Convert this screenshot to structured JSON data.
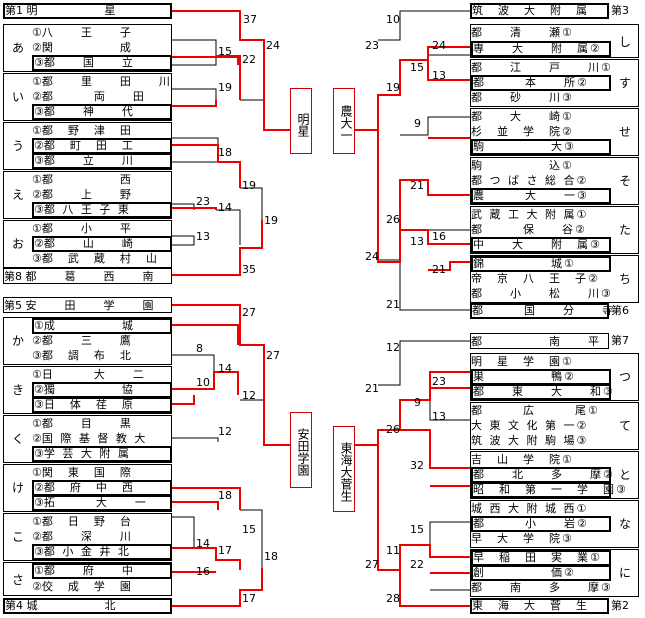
{
  "left_top": [
    {
      "seed": "第1",
      "team": "明　　　　　星",
      "win": true
    },
    {
      "group": "あ",
      "rows": [
        {
          "n": "①",
          "t": "八　　王　　子",
          "w": false
        },
        {
          "n": "②",
          "t": "関　　　　　成",
          "w": false
        },
        {
          "n": "③",
          "t": "都　　国　　立",
          "w": true
        }
      ]
    },
    {
      "group": "い",
      "rows": [
        {
          "n": "①",
          "t": "都　　里　　田　　川",
          "w": false
        },
        {
          "n": "②",
          "t": "都　　　両　　田",
          "w": false
        },
        {
          "n": "③",
          "t": "都　　神　　代",
          "w": true
        }
      ]
    },
    {
      "group": "う",
      "rows": [
        {
          "n": "①",
          "t": "都　野　津　田",
          "w": false
        },
        {
          "n": "②",
          "t": "都　町　田　工",
          "w": true
        },
        {
          "n": "③",
          "t": "都　　立　　川",
          "w": true
        }
      ]
    },
    {
      "group": "え",
      "rows": [
        {
          "n": "①",
          "t": "都　　　　　西",
          "w": false
        },
        {
          "n": "②",
          "t": "都　　上　　野",
          "w": false
        },
        {
          "n": "③",
          "t": "都 八 王 子 東",
          "w": true
        }
      ]
    },
    {
      "group": "お",
      "rows": [
        {
          "n": "①",
          "t": "都　　小　　平",
          "w": false
        },
        {
          "n": "②",
          "t": "都　　山　　崎",
          "w": true
        },
        {
          "n": "③",
          "t": "都　武　蔵　村　山",
          "w": false
        }
      ]
    },
    {
      "seed": "第8",
      "team": "都　　葛　　西　　南",
      "win": false
    }
  ],
  "left_bottom": [
    {
      "seed": "第5",
      "team": "安　　田　　学　　園",
      "win": true
    },
    {
      "group": "か",
      "rows": [
        {
          "n": "①",
          "t": "成　　　　　城",
          "w": true
        },
        {
          "n": "②",
          "t": "都　　三　　鷹",
          "w": false
        },
        {
          "n": "③",
          "t": "都　調　布　北",
          "w": false
        }
      ]
    },
    {
      "group": "き",
      "rows": [
        {
          "n": "①",
          "t": "日　　　大　　二",
          "w": false
        },
        {
          "n": "②",
          "t": "獨　　　　　協",
          "w": true
        },
        {
          "n": "③",
          "t": "日　体　荏　原",
          "w": true
        }
      ]
    },
    {
      "group": "く",
      "rows": [
        {
          "n": "①",
          "t": "都　　目　　黒",
          "w": false
        },
        {
          "n": "②",
          "t": "国 際 基 督 教 大",
          "w": false
        },
        {
          "n": "③",
          "t": "学 芸 大 附 属",
          "w": true
        }
      ]
    },
    {
      "group": "け",
      "rows": [
        {
          "n": "①",
          "t": "関　東　国　際",
          "w": false
        },
        {
          "n": "②",
          "t": "都　府　中　西",
          "w": true
        },
        {
          "n": "③",
          "t": "拓　　　大　　一",
          "w": true
        }
      ]
    },
    {
      "group": "こ",
      "rows": [
        {
          "n": "①",
          "t": "都　日　野　台",
          "w": false
        },
        {
          "n": "②",
          "t": "都　　深　　川",
          "w": false
        },
        {
          "n": "③",
          "t": "都 小 金 井 北",
          "w": true
        }
      ]
    },
    {
      "group": "さ",
      "rows": [
        {
          "n": "①",
          "t": "都　　府　　中",
          "w": true
        },
        {
          "n": "②",
          "t": "佼　成　学　園",
          "w": false
        }
      ]
    },
    {
      "seed": "第4",
      "team": "城　　　　　北",
      "win": true
    }
  ],
  "champions": {
    "left_top": "明星",
    "left_bottom": "安田学園",
    "right_top": "農大一",
    "right_bottom": "東海大菅生"
  },
  "right_top": [
    {
      "seed": "第3",
      "team": "筑　波　大　附　属",
      "win": true
    },
    {
      "group": "し",
      "rows": [
        {
          "n": "①",
          "t": "都　　清　　瀬",
          "w": false
        },
        {
          "n": "②",
          "t": "専　　大　　附　属",
          "w": true
        }
      ]
    },
    {
      "group": "す",
      "rows": [
        {
          "n": "①",
          "t": "都　　江　　戸　　川",
          "w": false
        },
        {
          "n": "②",
          "t": "都　　　本　　所",
          "w": true
        },
        {
          "n": "③",
          "t": "都　　砂　　川",
          "w": false
        }
      ]
    },
    {
      "group": "せ",
      "rows": [
        {
          "n": "①",
          "t": "都　　大　　崎",
          "w": false
        },
        {
          "n": "②",
          "t": "杉　並　学　院",
          "w": false
        },
        {
          "n": "③",
          "t": "駒　　　　　大",
          "w": true
        }
      ]
    },
    {
      "group": "そ",
      "rows": [
        {
          "n": "①",
          "t": "駒　　　　　込",
          "w": false
        },
        {
          "n": "②",
          "t": "都 つ ば さ 総 合",
          "w": false
        },
        {
          "n": "③",
          "t": "農　　　大　　一",
          "w": true
        }
      ]
    },
    {
      "group": "た",
      "rows": [
        {
          "n": "①",
          "t": "武 蔵 工 大 附 属",
          "w": false
        },
        {
          "n": "②",
          "t": "都　　　保　　谷",
          "w": false
        },
        {
          "n": "③",
          "t": "中　　大　　附　属",
          "w": true
        }
      ]
    },
    {
      "group": "ち",
      "rows": [
        {
          "n": "①",
          "t": "錦　　　　　城",
          "w": true
        },
        {
          "n": "②",
          "t": "帝　京　八　王　子",
          "w": false
        },
        {
          "n": "③",
          "t": "都　　小　　松　　川",
          "w": false
        }
      ]
    },
    {
      "seed": "第6",
      "team": "都　　　国　　分　　寺",
      "win": true
    }
  ],
  "right_bottom": [
    {
      "seed": "第7",
      "team": "都　　　　　南　　平",
      "win": false
    },
    {
      "group": "つ",
      "rows": [
        {
          "n": "①",
          "t": "明　星　学　園",
          "w": false
        },
        {
          "n": "②",
          "t": "巣　　　　　鴨",
          "w": true
        },
        {
          "n": "③",
          "t": "都　　東　　大　　和",
          "w": true
        }
      ]
    },
    {
      "group": "て",
      "rows": [
        {
          "n": "①",
          "t": "都　　　広　　　尾",
          "w": false
        },
        {
          "n": "②",
          "t": "大 東 文 化 第 一",
          "w": false
        },
        {
          "n": "③",
          "t": "筑 波 大 附 駒 場",
          "w": false
        }
      ]
    },
    {
      "group": "と",
      "rows": [
        {
          "n": "①",
          "t": "吉　山　学　院",
          "w": false
        },
        {
          "n": "②",
          "t": "都　　北　　多　　摩",
          "w": true
        },
        {
          "n": "③",
          "t": "昭　和　第　一　学　園",
          "w": true
        }
      ]
    },
    {
      "group": "な",
      "rows": [
        {
          "n": "①",
          "t": "城 西 大 附 城 西",
          "w": false
        },
        {
          "n": "②",
          "t": "都　　　小　　岩",
          "w": true
        },
        {
          "n": "③",
          "t": "早　大　学　院",
          "w": false
        }
      ]
    },
    {
      "group": "に",
      "rows": [
        {
          "n": "①",
          "t": "早　稲　田　実　業",
          "w": true
        },
        {
          "n": "②",
          "t": "創　　　　　価",
          "w": true
        },
        {
          "n": "③",
          "t": "都　　南　　多　　摩",
          "w": false
        }
      ]
    },
    {
      "seed": "第2",
      "team": "東　海　大　菅　生",
      "win": true
    }
  ],
  "scores": {
    "lt": [
      "37",
      "24",
      "15",
      "22",
      "19",
      "18",
      "19",
      "23",
      "14",
      "13",
      "19",
      "35"
    ],
    "lb": [
      "27",
      "27",
      "8",
      "14",
      "10",
      "12",
      "12",
      "18",
      "15",
      "14",
      "17",
      "16",
      "18",
      "17"
    ],
    "rt": [
      "10",
      "23",
      "24",
      "19",
      "15",
      "13",
      "9",
      "21",
      "26",
      "16",
      "13",
      "21",
      "24",
      "21"
    ],
    "rb": [
      "12",
      "21",
      "23",
      "26",
      "9",
      "13",
      "32",
      "15",
      "11",
      "22",
      "27",
      "28"
    ]
  }
}
